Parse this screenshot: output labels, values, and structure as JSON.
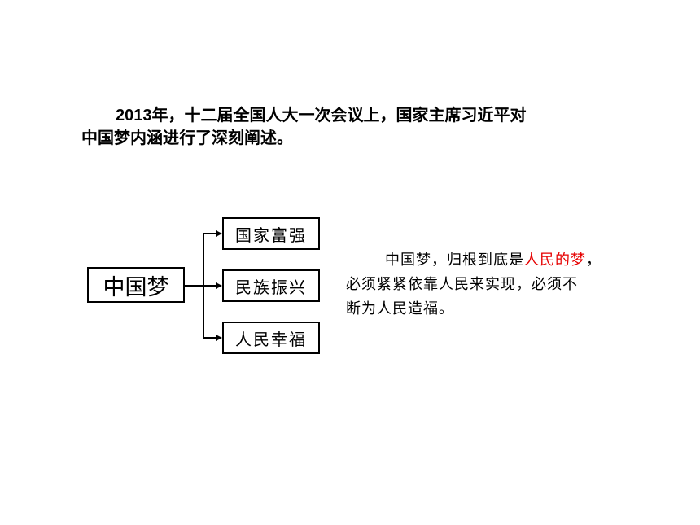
{
  "intro": {
    "line1": "2013年，十二届全国人大一次会议上，国家主席习近平对",
    "line2": "中国梦内涵进行了深刻阐述。"
  },
  "diagram": {
    "root": "中国梦",
    "children": [
      "国家富强",
      "民族振兴",
      "人民幸福"
    ]
  },
  "quote": {
    "before": "中国梦，归根到底是",
    "highlight": "人民的梦",
    "after_line1": "，",
    "line2": "必须紧紧依靠人民来实现，必须不",
    "line3": "断为人民造福。"
  },
  "colors": {
    "highlight": "#e60000",
    "line": "#000000"
  }
}
